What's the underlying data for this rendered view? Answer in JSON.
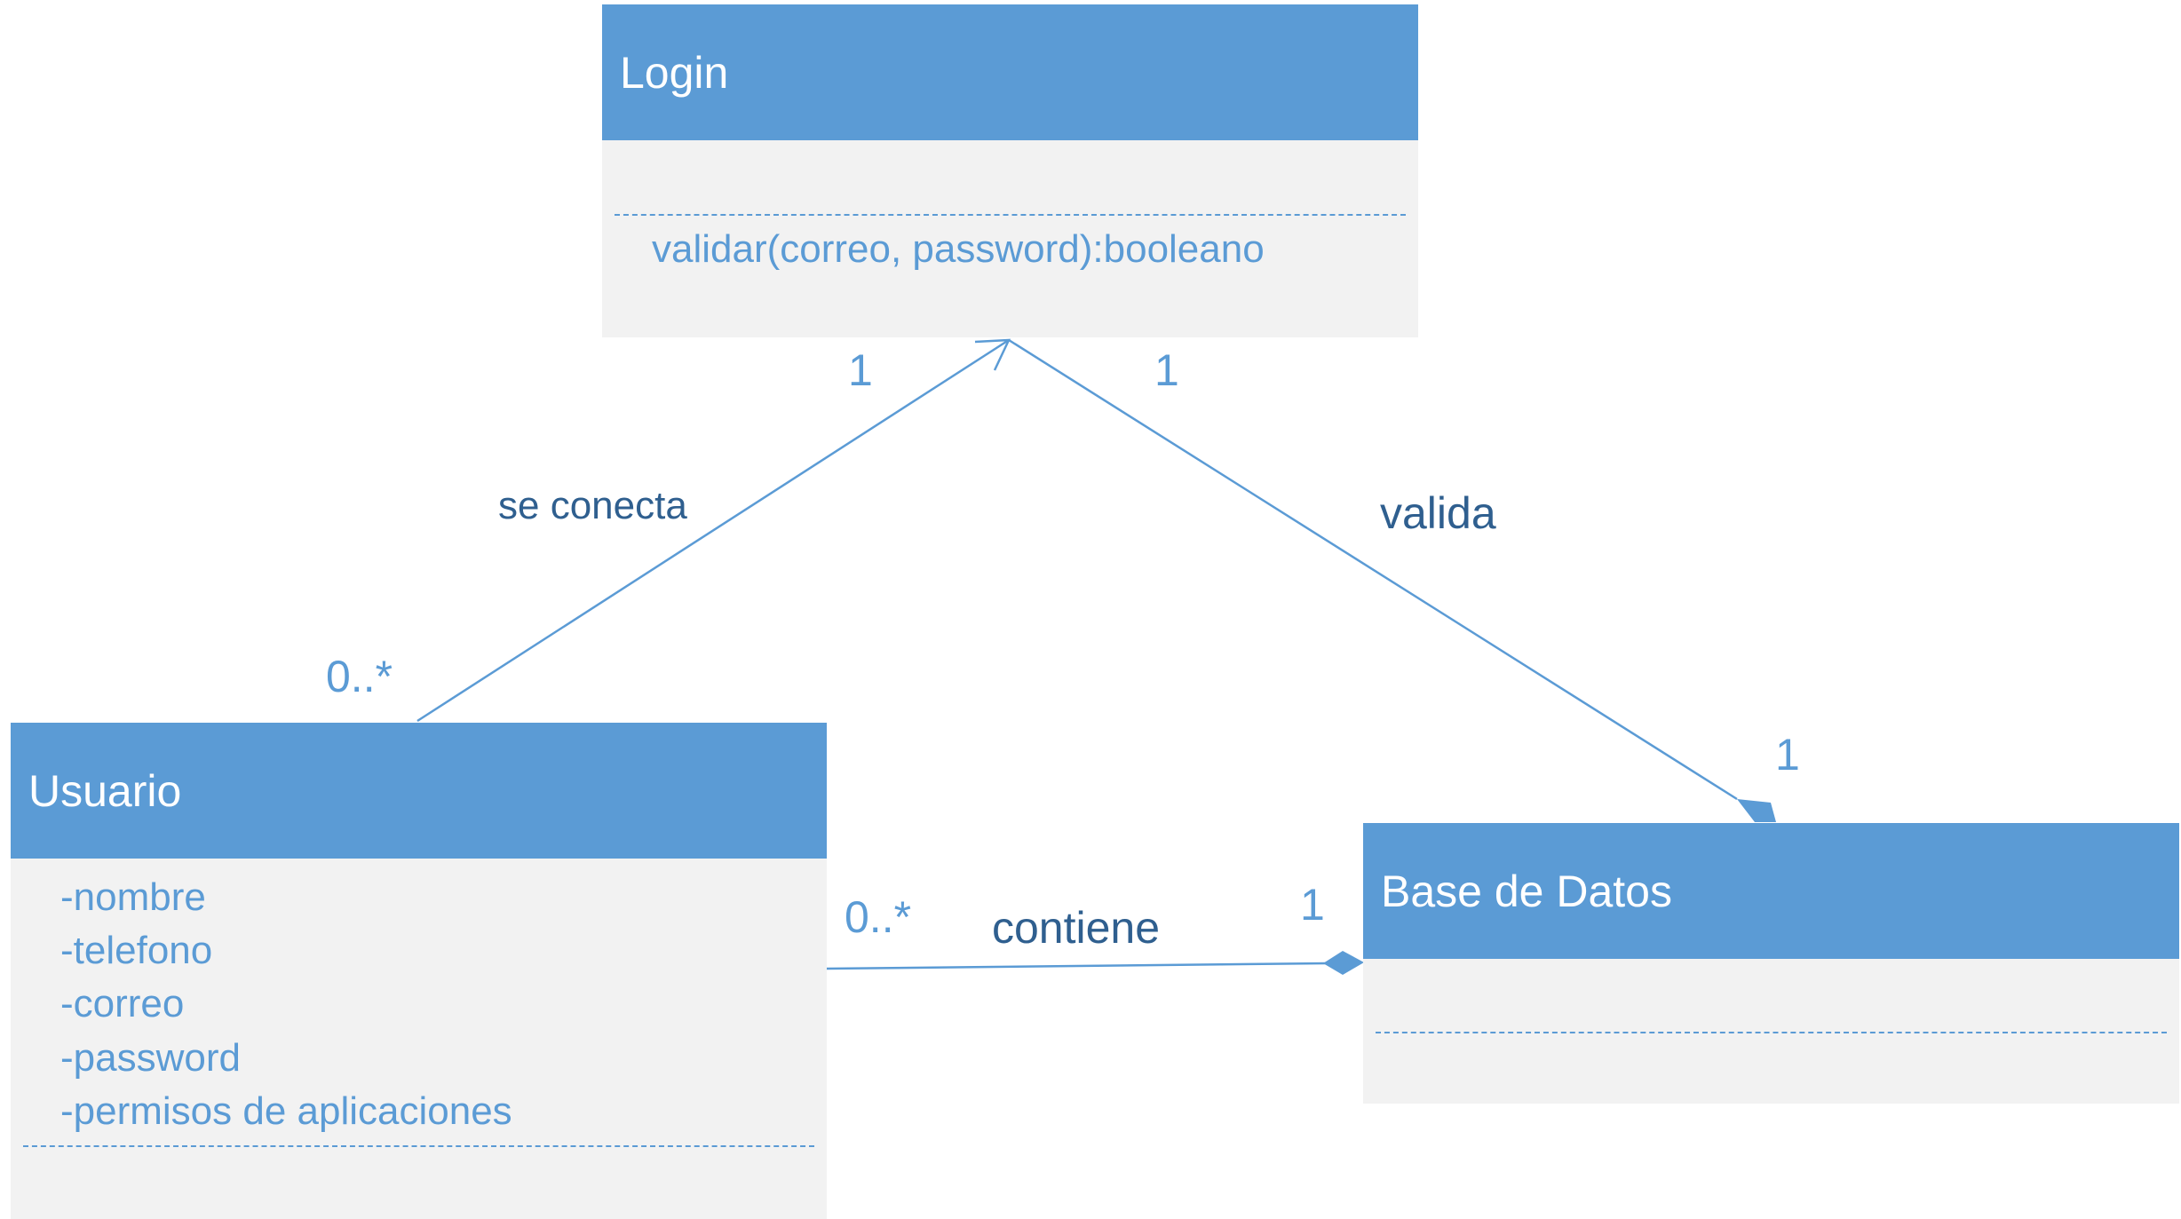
{
  "classes": {
    "login": {
      "name": "Login",
      "attributes": [],
      "operations": [
        "validar(correo, password):booleano"
      ]
    },
    "usuario": {
      "name": "Usuario",
      "attributes": [
        "-nombre",
        "-telefono",
        "-correo",
        "-password",
        "-permisos de aplicaciones"
      ],
      "operations": []
    },
    "base_datos": {
      "name": "Base de Datos",
      "attributes": [],
      "operations": []
    }
  },
  "associations": {
    "se_conecta": {
      "label": "se conecta",
      "source_multiplicity": "0..*",
      "target_multiplicity": "1"
    },
    "valida": {
      "label": "valida",
      "source_multiplicity": "1",
      "target_multiplicity": "1"
    },
    "contiene": {
      "label": "contiene",
      "source_multiplicity": "0..*",
      "target_multiplicity": "1"
    }
  },
  "colors": {
    "header": "#5b9bd5",
    "body": "#f2f2f2",
    "text": "#5b9bd5",
    "label": "#2f5f8f",
    "line": "#5b9bd5"
  }
}
